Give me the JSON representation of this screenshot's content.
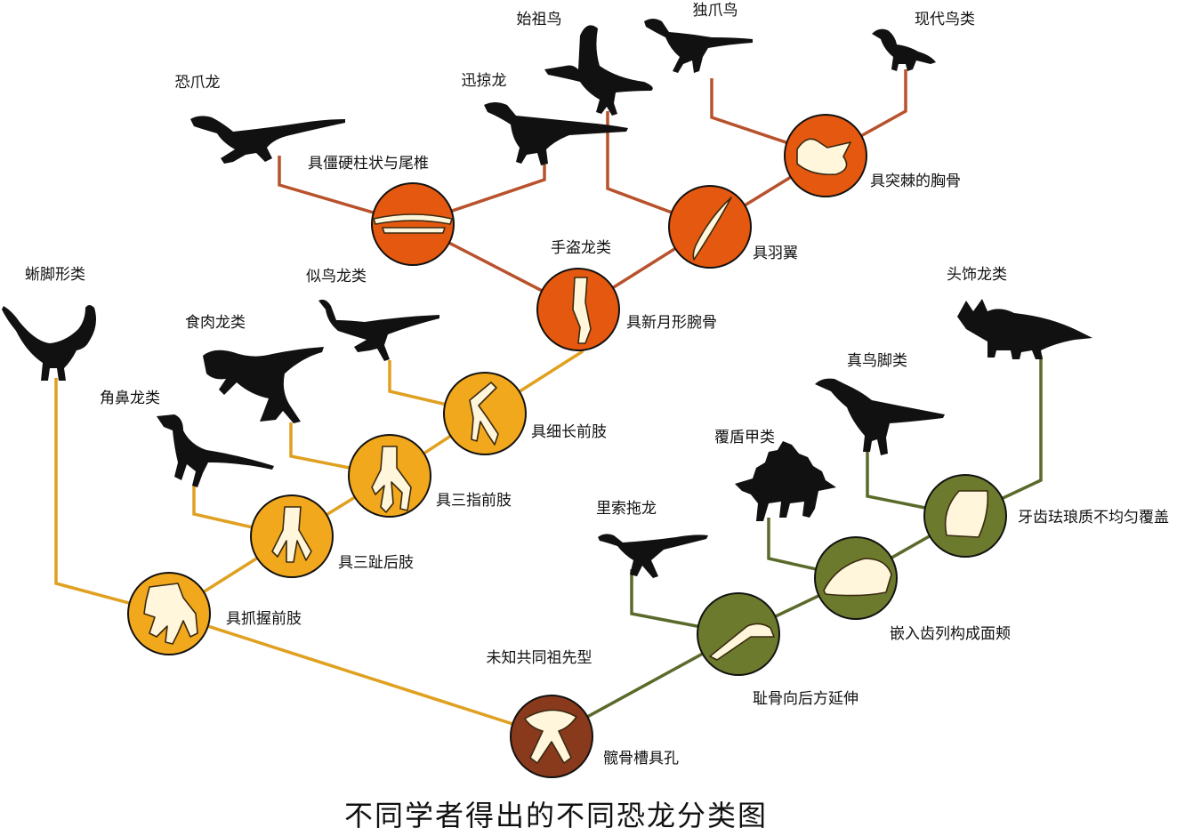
{
  "title": "不同学者得出的不同恐龙分类图",
  "colors": {
    "root": "#8a3a1c",
    "saurischia": "#f2a81d",
    "paraves": "#e5580f",
    "ornithischia": "#6b7a2c",
    "saurischia_line": "#e0a020",
    "paraves_line": "#b8522c",
    "ornithischia_line": "#5a6a2a"
  },
  "taxa": {
    "sauropodomorpha": "蜥脚形类",
    "ceratosauria": "角鼻龙类",
    "carnosauria": "食肉龙类",
    "ornithomimosauria": "似鸟龙类",
    "deinonychus": "恐爪龙",
    "velociraptor": "迅掠龙",
    "archaeopteryx": "始祖鸟",
    "mononykus": "独爪鸟",
    "modern_birds": "现代鸟类",
    "maniraptora": "手盗龙类",
    "lesothosaurus": "里索拖龙",
    "thyreophora": "覆盾甲类",
    "euornithopoda": "真鸟脚类",
    "marginocephalia": "头饰龙类",
    "common_ancestor": "未知共同祖先型"
  },
  "traits": {
    "acetabulum": "髋骨槽具孔",
    "grasping_hand": "具抓握前肢",
    "three_toed_foot": "具三趾后肢",
    "three_fingered_hand": "具三指前肢",
    "long_forelimb": "具细长前肢",
    "semilunate_carpal": "具新月形腕骨",
    "stiff_tail": "具僵硬柱状与尾椎",
    "feathered_wings": "具羽翼",
    "keeled_sternum": "具突棘的胸骨",
    "pubis_backward": "耻骨向后方延伸",
    "inset_tooth_row": "嵌入齿列构成面颊",
    "asymmetric_enamel": "牙齿珐琅质不均匀覆盖"
  }
}
